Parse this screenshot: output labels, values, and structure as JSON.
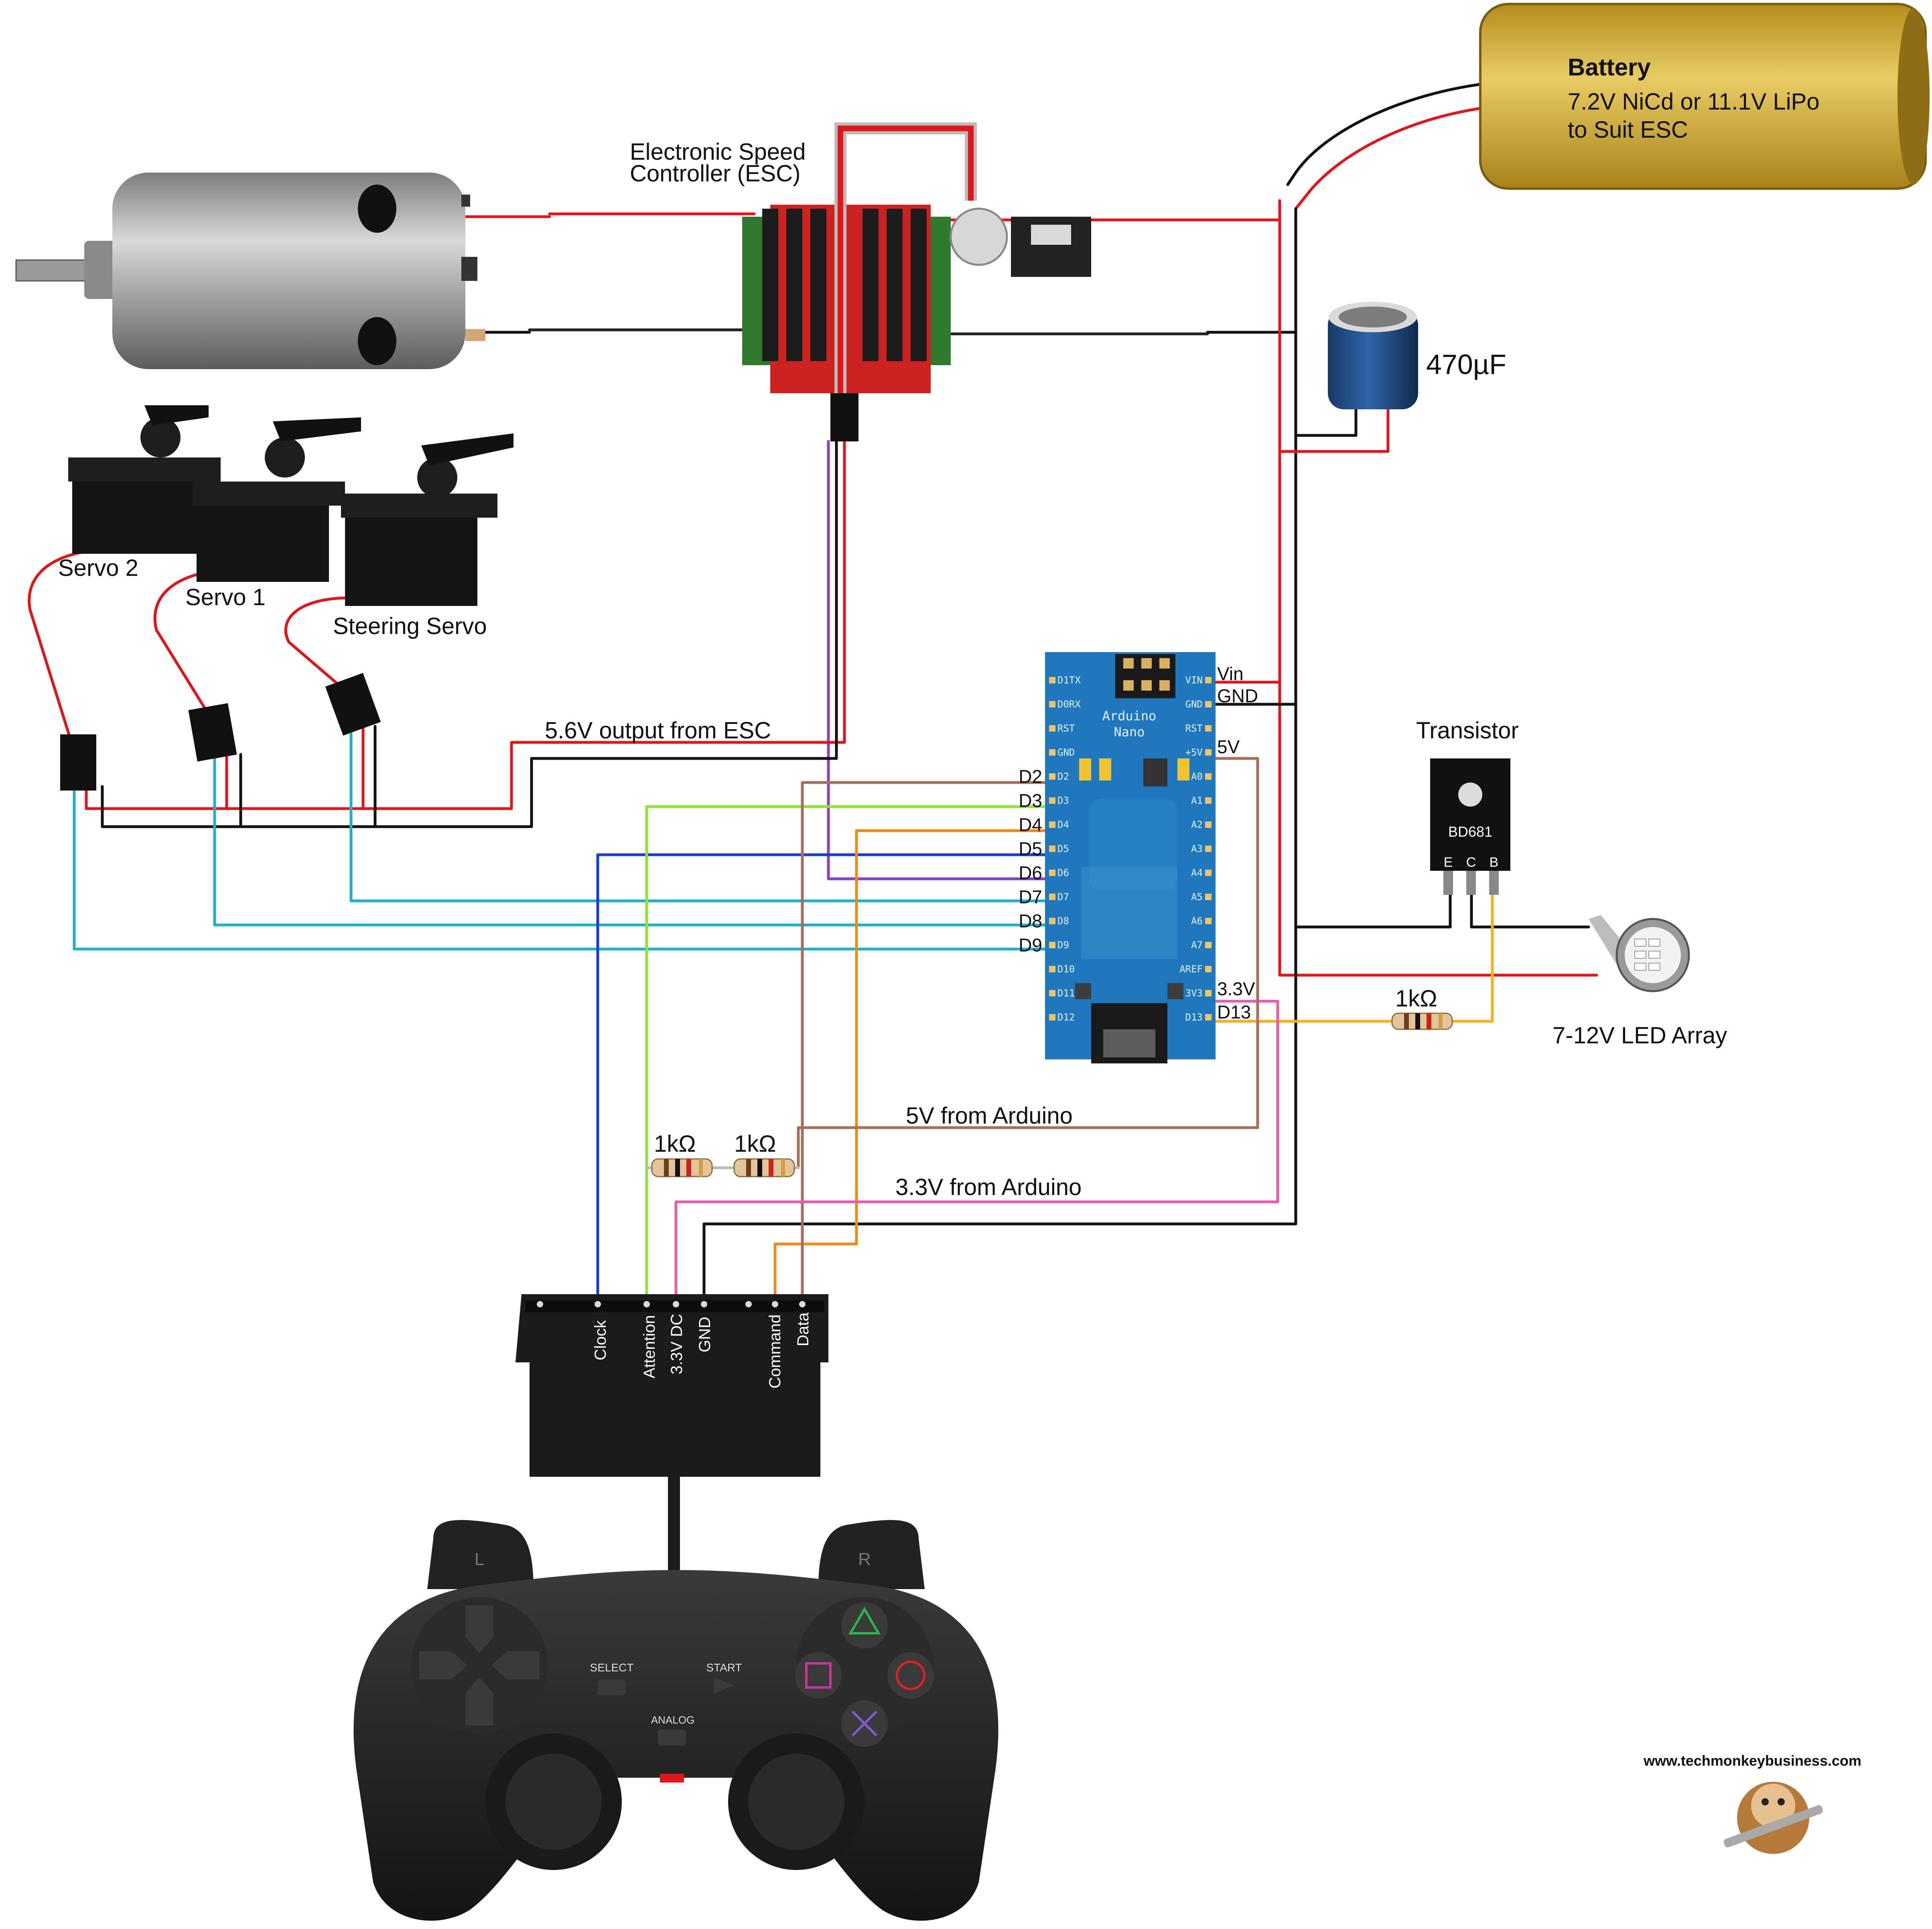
{
  "battery": {
    "title": "Battery",
    "line1": "7.2V NiCd or 11.1V LiPo",
    "line2": "to Suit ESC"
  },
  "esc": {
    "line1": "Electronic Speed",
    "line2": "Controller (ESC)"
  },
  "capacitor": {
    "label": "470µF"
  },
  "servos": {
    "servo2": "Servo 2",
    "servo1": "Servo 1",
    "steering": "Steering Servo"
  },
  "wire_labels": {
    "esc_output": "5.6V output from ESC",
    "five_v": "5V from Arduino",
    "three_v": "3.3V from Arduino"
  },
  "arduino": {
    "name_line1": "Arduino",
    "name_line2": "Nano",
    "left_pins": [
      "D1TX",
      "D0RX",
      "RST",
      "GND",
      "D2",
      "D3",
      "D4",
      "D5",
      "D6",
      "D7",
      "D8",
      "D9",
      "D10",
      "D11",
      "D12"
    ],
    "right_pins": [
      "VIN",
      "GND",
      "RST",
      "+5V",
      "A0",
      "A1",
      "A2",
      "A3",
      "A4",
      "A5",
      "A6",
      "A7",
      "AREF",
      "3V3",
      "D13"
    ],
    "left_labels": [
      "D2",
      "D3",
      "D4",
      "D5",
      "D6",
      "D7",
      "D8",
      "D9"
    ],
    "vin": "Vin",
    "gnd": "GND",
    "five_v": "5V",
    "three_v": "3.3V",
    "d13": "D13"
  },
  "transistor": {
    "title": "Transistor",
    "part": "BD681",
    "pins": [
      "E",
      "C",
      "B"
    ]
  },
  "resistors": {
    "led": "1kΩ",
    "pullup1": "1kΩ",
    "pullup2": "1kΩ"
  },
  "led_array": {
    "label": "7-12V LED Array"
  },
  "ps2_connector": {
    "pins": [
      "Clock",
      "Attention",
      "3.3V DC",
      "GND",
      "Command",
      "Data"
    ]
  },
  "controller": {
    "l": "L",
    "r": "R",
    "select": "SELECT",
    "start": "START",
    "analog": "ANALOG"
  },
  "website": "www.techmonkeybusiness.com",
  "colors": {
    "red_wire": "#e0161b",
    "black_wire": "#111111",
    "cyan_wire": "#20b2c4",
    "green_wire": "#8fe03c",
    "blue_wire": "#1a3fd0",
    "purple_wire": "#8a3fc8",
    "brown_wire": "#a5705a",
    "orange_wire": "#ee8a18",
    "pink_wire": "#e35fae",
    "yellow_wire": "#f2b21b",
    "arduino_board": "#1f78bd",
    "battery": "#d8b340"
  }
}
